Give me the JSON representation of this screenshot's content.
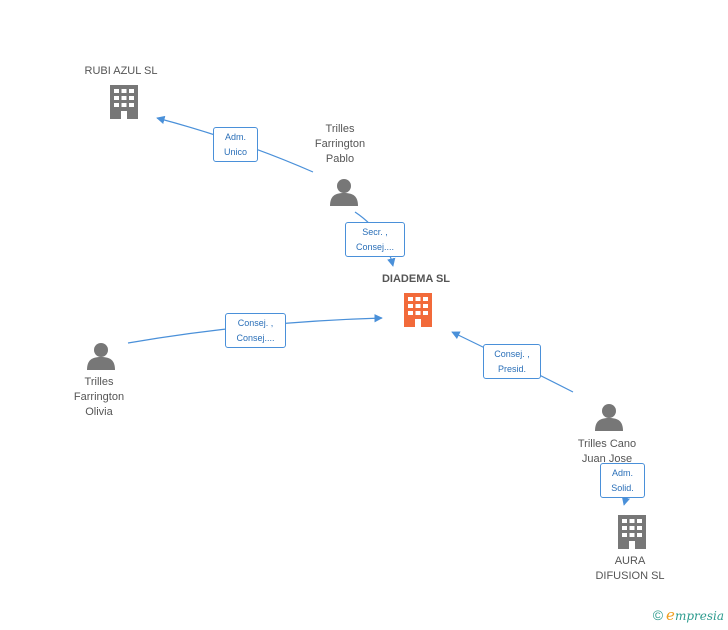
{
  "colors": {
    "edge": "#4a90d9",
    "building": "#777777",
    "main_building": "#f26a3a",
    "person": "#777777"
  },
  "nodes": {
    "rubi": {
      "label": "RUBI AZUL SL",
      "icon": "building-icon"
    },
    "pablo": {
      "label": "Trilles\nFarrington\nPablo",
      "icon": "person-icon"
    },
    "diadema": {
      "label": "DIADEMA SL",
      "icon": "building-icon"
    },
    "olivia": {
      "label": "Trilles\nFarrington\nOlivia",
      "icon": "person-icon"
    },
    "juanjose": {
      "label": "Trilles Cano\nJuan Jose",
      "icon": "person-icon"
    },
    "aura": {
      "label": "AURA\nDIFUSION SL",
      "icon": "building-icon"
    }
  },
  "edges": {
    "pablo_rubi": {
      "l1": "Adm.",
      "l2": "Unico"
    },
    "pablo_diadema": {
      "l1": "Secr. ,",
      "l2": "Consej...."
    },
    "olivia_diadema": {
      "l1": "Consej. ,",
      "l2": "Consej...."
    },
    "juanjose_diadema": {
      "l1": "Consej. ,",
      "l2": "Presid."
    },
    "juanjose_aura": {
      "l1": "Adm.",
      "l2": "Solid."
    }
  },
  "brand": {
    "copyright": "©",
    "e": "e",
    "rest": "mpresia"
  }
}
